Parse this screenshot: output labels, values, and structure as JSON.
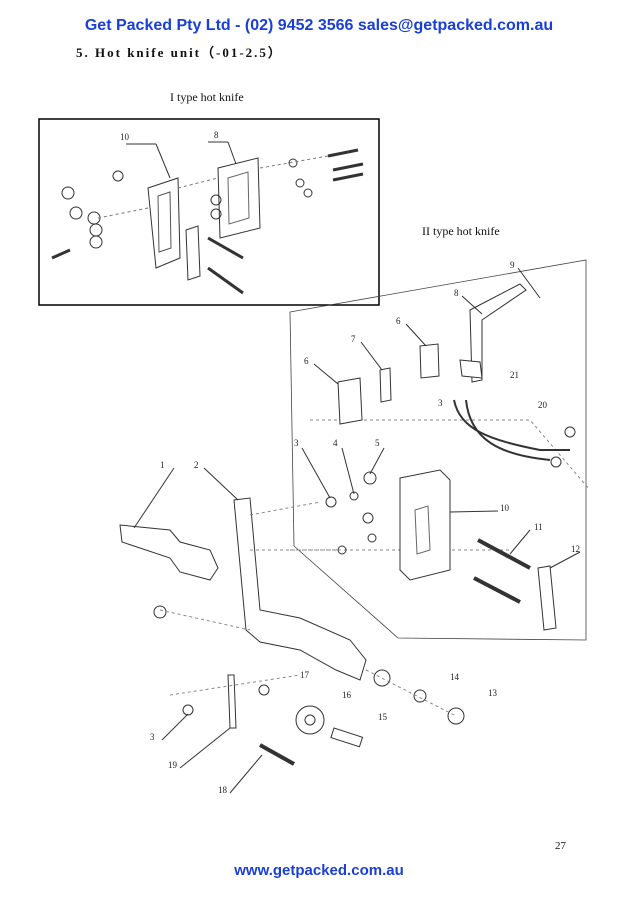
{
  "header": {
    "text": "Get  Packed Pty  Ltd - (02) 9452 3566  sales@getpacked.com.au"
  },
  "section": {
    "title": "5.  Hot knife unit（-01-2.5）"
  },
  "captions": {
    "type1": "I type hot knife",
    "type2": "II type hot knife"
  },
  "callouts": {
    "box": [
      "10",
      "8"
    ],
    "main": [
      "9",
      "8",
      "6",
      "7",
      "6",
      "21",
      "3",
      "20",
      "3",
      "4",
      "5",
      "10",
      "11",
      "12",
      "1",
      "2",
      "17",
      "14",
      "16",
      "13",
      "15",
      "3",
      "19",
      "18"
    ]
  },
  "page_number": "27",
  "footer": {
    "url": "www.getpacked.com.au"
  }
}
